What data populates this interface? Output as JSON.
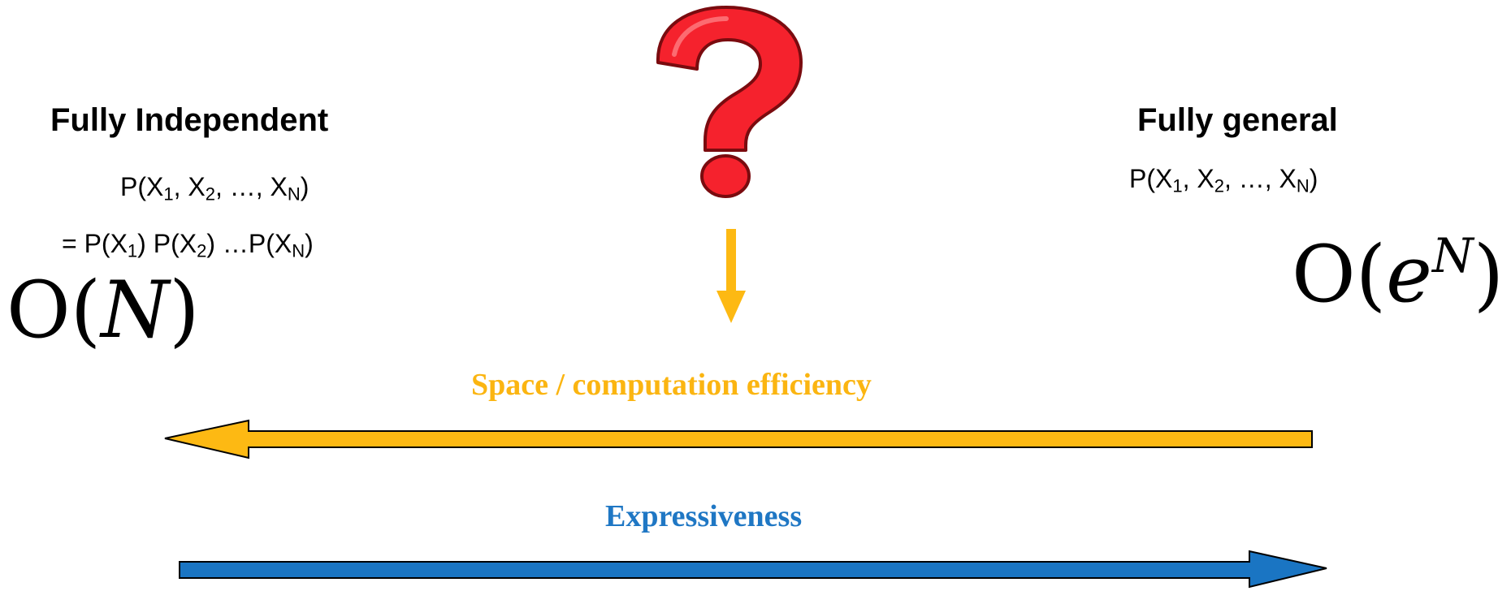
{
  "left": {
    "title": "Fully Independent",
    "joint": {
      "prefix": "P(X",
      "s1": "1",
      "sep1": ", X",
      "s2": "2",
      "sep2": ", …, X",
      "sN": "N",
      "suffix": ")"
    },
    "factored": {
      "eq": "= P(X",
      "s1": "1",
      "mid1": ") P(X",
      "s2": "2",
      "mid2": ") …P(X",
      "sN": "N",
      "suffix": ")"
    },
    "complexity": {
      "open": "O(",
      "var": "N",
      "close": ")"
    }
  },
  "right": {
    "title": "Fully general",
    "joint": {
      "prefix": "P(X",
      "s1": "1",
      "sep1": ", X",
      "s2": "2",
      "sep2": ", …, X",
      "sN": "N",
      "suffix": ")"
    },
    "complexity": {
      "open": "O(",
      "base": "e",
      "exp": "N",
      "close": ")"
    }
  },
  "center": {
    "icon": "question-mark-icon",
    "arrow_icon": "down-arrow-icon"
  },
  "efficiency": {
    "label": "Space / computation efficiency",
    "direction": "left"
  },
  "expressiveness": {
    "label": "Expressiveness",
    "direction": "right"
  },
  "colors": {
    "question": "#f5222d",
    "orange": "#fdb913",
    "blue": "#1a75c3",
    "efficiency_text": "#fbb511",
    "expressiveness_text": "#1f77c4"
  }
}
